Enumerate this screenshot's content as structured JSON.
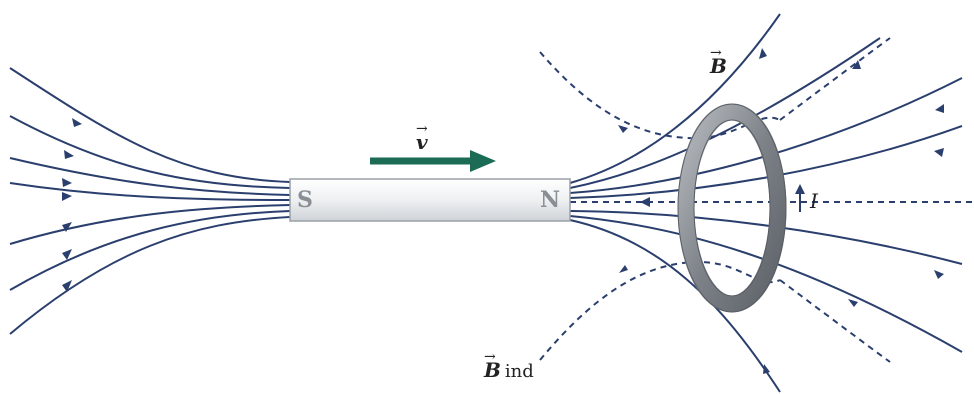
{
  "labels": {
    "velocity": "v",
    "field": "B",
    "induced_field": "B",
    "induced_suffix": "ind",
    "current": "I"
  },
  "magnet": {
    "south_pole": "S",
    "north_pole": "N"
  },
  "colors": {
    "field_line": "#2b3f6e",
    "velocity_arrow": "#1c6b55",
    "magnet_body": "#eef0f2",
    "ring": "#7d8288"
  }
}
